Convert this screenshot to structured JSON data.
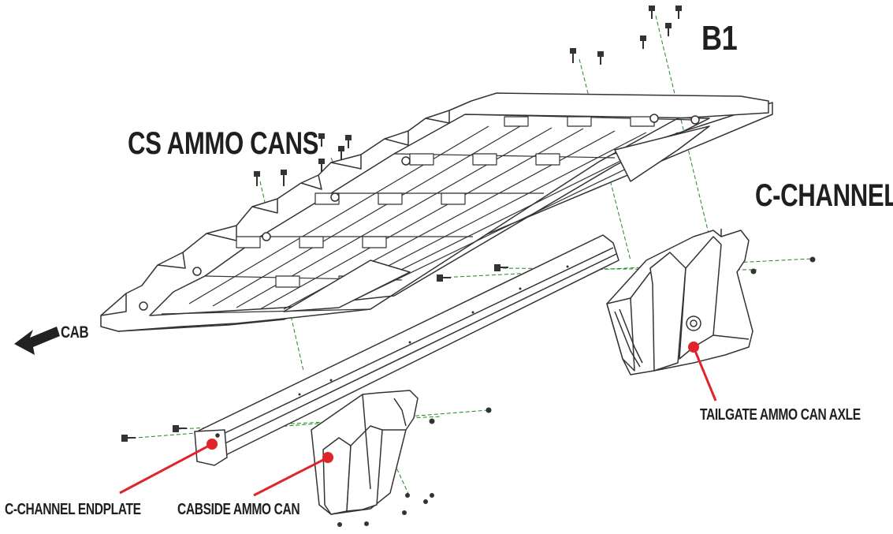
{
  "labels": {
    "b1": "B1",
    "cs_ammo_cans": "CS AMMO CANS",
    "c_channel": "C-CHANNEL",
    "cab": "CAB",
    "tailgate_ammo_can_axle": "TAILGATE AMMO CAN AXLE",
    "c_channel_endplate": "C-CHANNEL ENDPLATE",
    "cabside_ammo_can": "CABSIDE AMMO CAN"
  },
  "colors": {
    "outline": "#333333",
    "fill": "#ffffff",
    "guide_line": "#1a8a1a",
    "callout": "#e0242b",
    "text": "#1f1f1f"
  }
}
